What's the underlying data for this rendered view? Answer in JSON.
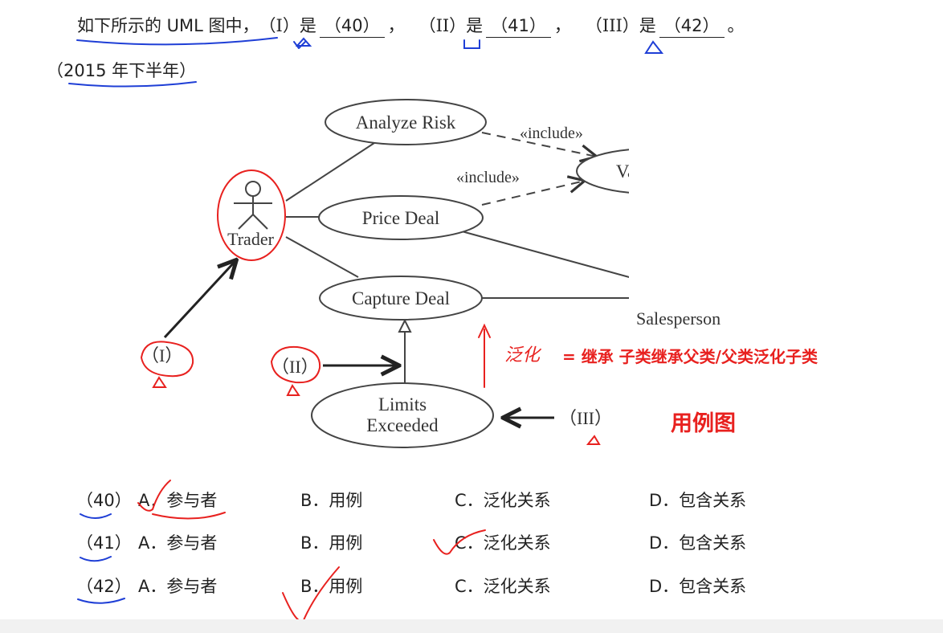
{
  "question": {
    "prefix": "如下所示的 UML 图中，",
    "p1": "（I）是",
    "b40": "（40）",
    "sep1": "，",
    "p2": "（II）是",
    "b41": "（41）",
    "sep2": "，",
    "p3": "（III）是",
    "b42": "（42）",
    "end": "。",
    "year": "（2015 年下半年）"
  },
  "diagram": {
    "use_cases": {
      "analyze_risk": "Analyze Risk",
      "valuation": "Valuation",
      "price_deal": "Price Deal",
      "capture_deal": "Capture Deal",
      "limits_1": "Limits",
      "limits_2": "Exceeded"
    },
    "actors": {
      "trader": "Trader",
      "salesperson": "Salesperson"
    },
    "include_1": "«include»",
    "include_2": "«include»",
    "mark_1": "（I）",
    "mark_2": "（II）",
    "mark_3": "（III）"
  },
  "notes": {
    "generalization": "= 继承   子类继承父类/父类泛化子类",
    "handwritten": "泛化",
    "diagram_type": "用例图",
    "annotation_color": "#e8211f",
    "underline_color": "#1f3fd6"
  },
  "options": [
    {
      "num": "（40）",
      "a": "A．参与者",
      "b": "B．用例",
      "c": "C．泛化关系",
      "d": "D．包含关系",
      "checked": "A"
    },
    {
      "num": "（41）",
      "a": "A．参与者",
      "b": "B．用例",
      "c": "C．泛化关系",
      "d": "D．包含关系",
      "checked": "C"
    },
    {
      "num": "（42）",
      "a": "A．参与者",
      "b": "B．用例",
      "c": "C．泛化关系",
      "d": "D．包含关系",
      "checked": "B"
    }
  ]
}
